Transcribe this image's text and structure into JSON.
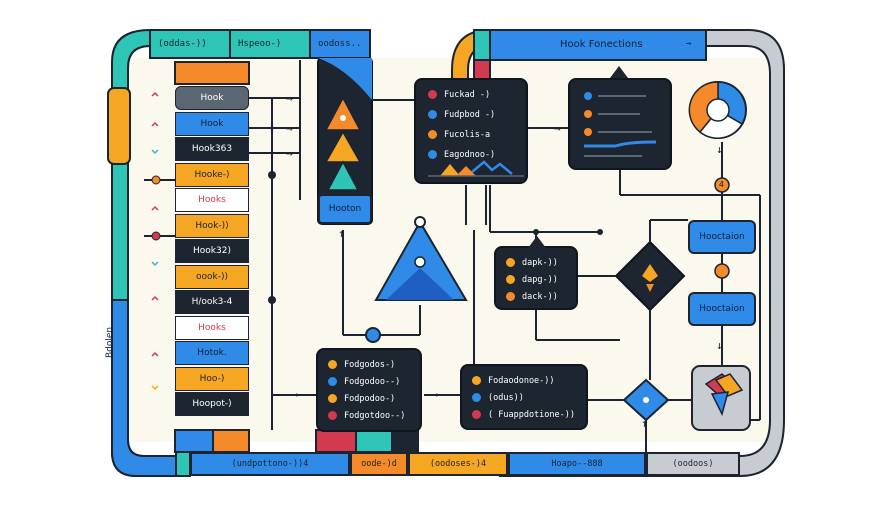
{
  "frame": {
    "top_tabs": [
      {
        "text": "(oddas-))",
        "color": "#2ec4b6"
      },
      {
        "text": "Hspeoo-)",
        "color": "#2ec4b6"
      },
      {
        "text": "oodoss..",
        "color": "#2f8ae8"
      }
    ],
    "header_right": {
      "text": "Hook Fonections",
      "color": "#2f8ae8"
    },
    "side_label": "Bdolen",
    "bottom_tabs": [
      {
        "text": "(undpottono-))4",
        "color": "#2f8ae8"
      },
      {
        "text": "oode-)d",
        "color": "#f58a2b"
      },
      {
        "text": "(oodoses-)4",
        "color": "#f5a623"
      },
      {
        "text": "Hoapo--888",
        "color": "#2f8ae8"
      },
      {
        "text": "(oodoos)",
        "color": "#c7ccd3"
      }
    ]
  },
  "hook_stack": [
    {
      "label": "Hook",
      "bg": "#5a6672",
      "fg": "#ffffff"
    },
    {
      "label": "Hook",
      "bg": "#2f8ae8",
      "fg": "#10203a"
    },
    {
      "label": "Hook363",
      "bg": "#1c2530",
      "fg": "#ffffff"
    },
    {
      "label": "Hooke-)",
      "bg": "#f5a623",
      "fg": "#1b2430"
    },
    {
      "label": "Hooks",
      "bg": "#ffffff",
      "fg": "#d43a4f"
    },
    {
      "label": "Hook-))",
      "bg": "#f5a623",
      "fg": "#1b2430"
    },
    {
      "label": "Hook32)",
      "bg": "#1c2530",
      "fg": "#ffffff"
    },
    {
      "label": "oook-))",
      "bg": "#f5a623",
      "fg": "#1b2430"
    },
    {
      "label": "H/ook3-4",
      "bg": "#1c2530",
      "fg": "#ffffff"
    },
    {
      "label": "Hooks",
      "bg": "#ffffff",
      "fg": "#d43a4f"
    },
    {
      "label": "Hotok.",
      "bg": "#2f8ae8",
      "fg": "#10203a"
    },
    {
      "label": "Hoo-)",
      "bg": "#f5a623",
      "fg": "#1b2430"
    },
    {
      "label": "Hoopot-)",
      "bg": "#1c2530",
      "fg": "#ffffff"
    }
  ],
  "funnel_label": "Hooton",
  "card_top": {
    "lines": [
      {
        "text": "Fuckad -)",
        "dot": "#d43a4f"
      },
      {
        "text": "Fudpbod -)",
        "dot": "#2f8ae8"
      },
      {
        "text": "Fucolis-a",
        "dot": "#f58a2b"
      },
      {
        "text": "Eagodnoo-)",
        "dot": "#2f8ae8"
      }
    ]
  },
  "card_mid": {
    "lines": [
      {
        "text": "dapk-))",
        "dot": "#f5a623"
      },
      {
        "text": "dapg-))",
        "dot": "#f5a623"
      },
      {
        "text": "dack-))",
        "dot": "#f58a2b"
      }
    ]
  },
  "card_left_bottom": {
    "lines": [
      {
        "text": "Fodgodos-)",
        "dot": "#f5a623"
      },
      {
        "text": "Fodgodoo--)",
        "dot": "#2f8ae8"
      },
      {
        "text": "Fodpodoo-)",
        "dot": "#f5a623"
      },
      {
        "text": "Fodgotdoo--)",
        "dot": "#d43a4f"
      }
    ]
  },
  "card_right_bottom": {
    "lines": [
      {
        "text": "Fodaodonoe-))",
        "dot": "#f5a623"
      },
      {
        "text": "(odus))",
        "dot": "#2f8ae8"
      },
      {
        "text": "( Fuappdotione-))",
        "dot": "#d43a4f"
      }
    ]
  },
  "right_boxes": [
    {
      "label": "Hooctaion"
    },
    {
      "label": "Hooctaion"
    }
  ],
  "step_badge": "4",
  "colors": {
    "blue": "#2f8ae8",
    "teal": "#2ec4b6",
    "orange": "#f58a2b",
    "amber": "#f5a623",
    "red": "#d43a4f",
    "navy": "#1c2530",
    "grey": "#c7ccd3",
    "cream": "#fbf8ee"
  }
}
